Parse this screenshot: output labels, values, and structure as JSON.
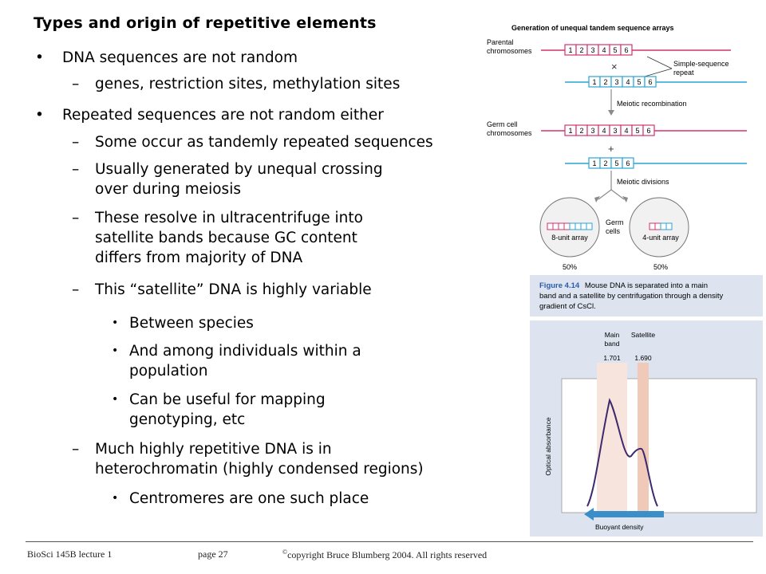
{
  "slide": {
    "title": "Types and origin of repetitive elements",
    "bullets": [
      {
        "level": 1,
        "marker": "•",
        "lines": [
          "DNA sequences are not random"
        ]
      },
      {
        "level": 2,
        "marker": "–",
        "lines": [
          "genes, restriction sites, methylation sites"
        ]
      },
      {
        "level": 1,
        "marker": "•",
        "lines": [
          "Repeated sequences are not random either"
        ]
      },
      {
        "level": 2,
        "marker": "–",
        "lines": [
          "Some occur as tandemly repeated sequences"
        ]
      },
      {
        "level": 2,
        "marker": "–",
        "lines": [
          "Usually generated by unequal crossing",
          "over during meiosis"
        ]
      },
      {
        "level": 2,
        "marker": "–",
        "lines": [
          "These resolve in ultracentrifuge into",
          "satellite bands because GC content",
          "differs from majority of DNA"
        ]
      },
      {
        "level": 2,
        "marker": "–",
        "lines": [
          "This “satellite” DNA is highly variable"
        ]
      },
      {
        "level": 3,
        "marker": "•",
        "lines": [
          "Between species"
        ]
      },
      {
        "level": 3,
        "marker": "•",
        "lines": [
          "And among individuals within a",
          "population"
        ]
      },
      {
        "level": 3,
        "marker": "•",
        "lines": [
          "Can be useful for mapping",
          "genotyping, etc"
        ]
      },
      {
        "level": 2,
        "marker": "–",
        "lines": [
          "Much highly repetitive DNA is in",
          "heterochromatin (highly condensed regions)"
        ]
      },
      {
        "level": 3,
        "marker": "•",
        "lines": [
          "Centromeres are one such place"
        ]
      }
    ]
  },
  "diagram": {
    "title": "Generation of unequal tandem sequence arrays",
    "label_parental": [
      "Parental",
      "chromosomes"
    ],
    "label_simple_repeat": [
      "Simple-sequence",
      "repeat"
    ],
    "label_meiotic_recombination": "Meiotic recombination",
    "label_germ_cell": [
      "Germ cell",
      "chromosomes"
    ],
    "label_meiotic_divisions": "Meiotic divisions",
    "label_germ_cells": [
      "Germ",
      "cells"
    ],
    "cross_symbol": "×",
    "plus_symbol": "+",
    "row1_units": [
      "1",
      "2",
      "3",
      "4",
      "5",
      "6"
    ],
    "row2_units": [
      "1",
      "2",
      "3",
      "4",
      "5",
      "6"
    ],
    "row3_units": [
      "1",
      "2",
      "3",
      "4",
      "3",
      "4",
      "5",
      "6"
    ],
    "row4_units": [
      "1",
      "2",
      "5",
      "6"
    ],
    "cell_left_label": "8-unit array",
    "cell_right_label": "4-unit array",
    "pct_left": "50%",
    "pct_right": "50%",
    "colors": {
      "pink": "#d2336e",
      "blue": "#2ba4d6",
      "arrow": "#8a8a8a"
    }
  },
  "figure": {
    "caption_label": "Figure 4.14",
    "caption_text": [
      "Mouse DNA is separated into a main",
      "band and a satellite by centrifugation through a density",
      "gradient of CsCl."
    ],
    "main_band_label": [
      "Main",
      "band"
    ],
    "satellite_label": "Satellite",
    "main_density": "1.701",
    "satellite_density": "1.690",
    "y_axis_label": "Optical absorbance",
    "x_axis_label": "Buoyant density",
    "colors": {
      "panel": "#dde4ef",
      "curve": "#3d2a6e",
      "band": "#f4d2c6",
      "arrow": "#3a8fc8"
    }
  },
  "footer": {
    "course": "BioSci 145B lecture 1",
    "page": "page 27",
    "copyright_mark": "©",
    "copyright": "copyright Bruce Blumberg 2004. All rights reserved"
  }
}
